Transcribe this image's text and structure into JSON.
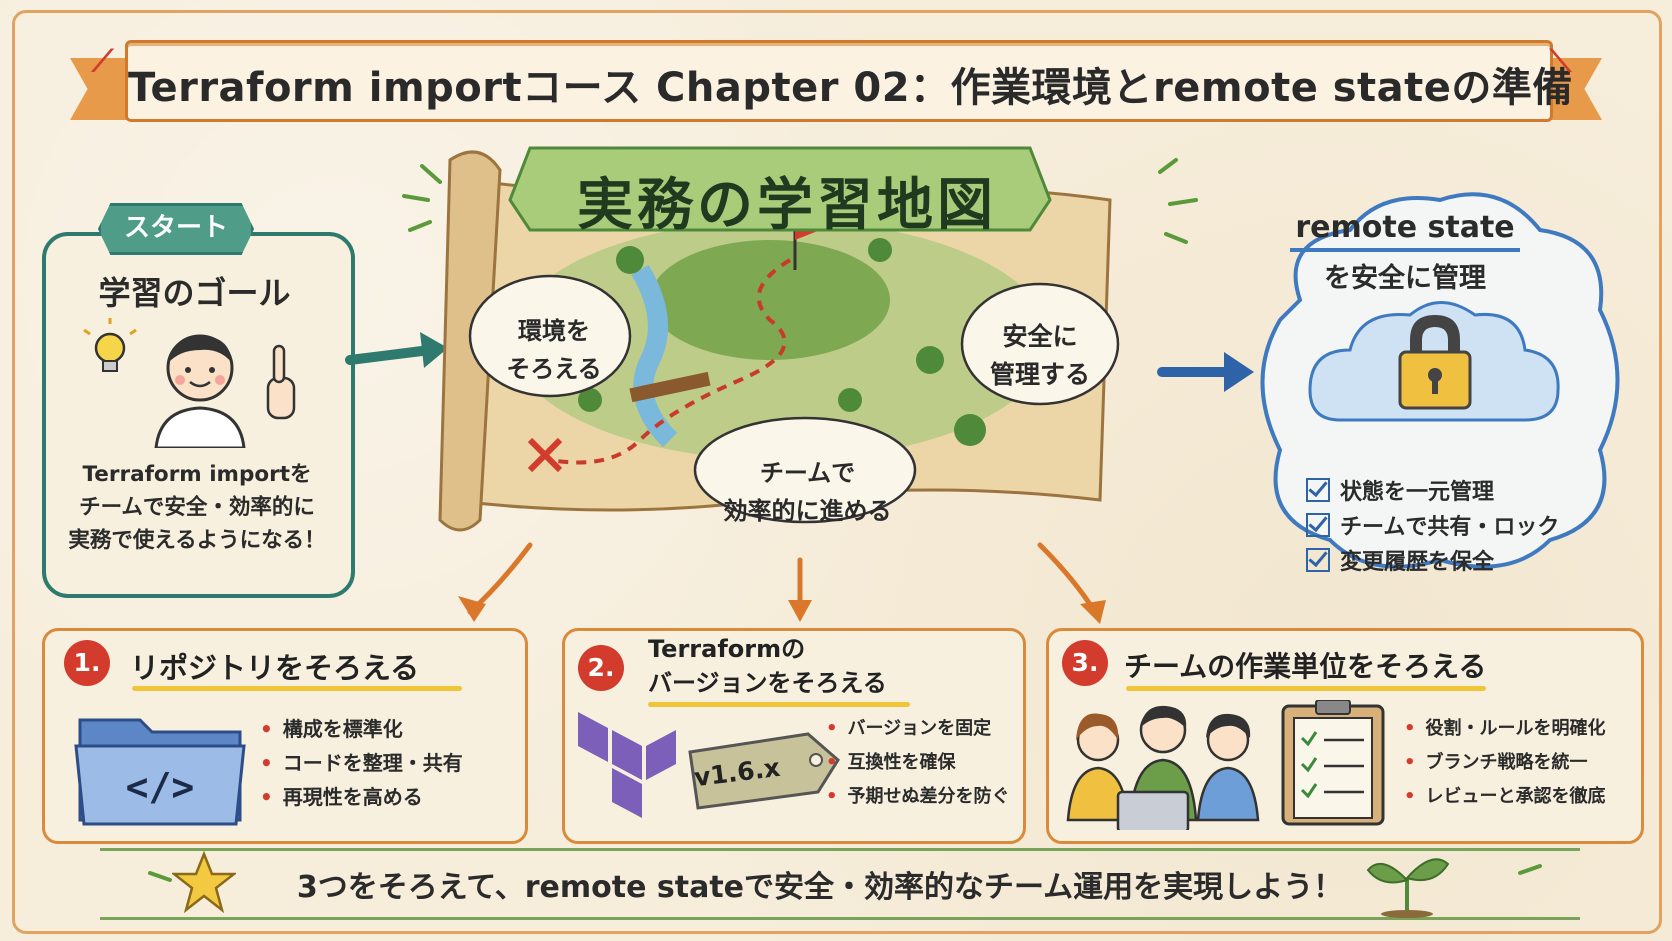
{
  "title": "Terraform importコース Chapter 02：作業環境とremote stateの準備",
  "map_title": "実務の学習地図",
  "start": {
    "tag": "スタート",
    "goal_title": "学習のゴール",
    "description_lines": [
      "Terraform importを",
      "チームで安全・効率的に",
      "実務で使えるようになる！"
    ]
  },
  "map_clouds": {
    "env": [
      "環境を",
      "そろえる"
    ],
    "safe": [
      "安全に",
      "管理する"
    ],
    "team": [
      "チームで",
      "効率的に進める"
    ]
  },
  "remote_state": {
    "title": "remote state",
    "subtitle": "を安全に管理",
    "checks": [
      "状態を一元管理",
      "チームで共有・ロック",
      "変更履歴を保全"
    ]
  },
  "cards": [
    {
      "num": "1.",
      "title": "リポジトリをそろえる",
      "bullets": [
        "構成を標準化",
        "コードを整理・共有",
        "再現性を高める"
      ]
    },
    {
      "num": "2.",
      "title_lines": [
        "Terraformの",
        "バージョンをそろえる"
      ],
      "tag": "v1.6.x",
      "bullets": [
        "バージョンを固定",
        "互換性を確保",
        "予期せぬ差分を防ぐ"
      ]
    },
    {
      "num": "3.",
      "title": "チームの作業単位をそろえる",
      "bullets": [
        "役割・ルールを明確化",
        "ブランチ戦略を統一",
        "レビューと承認を徹底"
      ]
    }
  ],
  "footer": "3つをそろえて、remote stateで安全・効率的なチーム運用を実現しよう！",
  "colors": {
    "accent_orange": "#d98a3a",
    "teal": "#2f7a6e",
    "blue": "#2e63a8",
    "red": "#d33b2c",
    "green": "#6c9e4a"
  }
}
